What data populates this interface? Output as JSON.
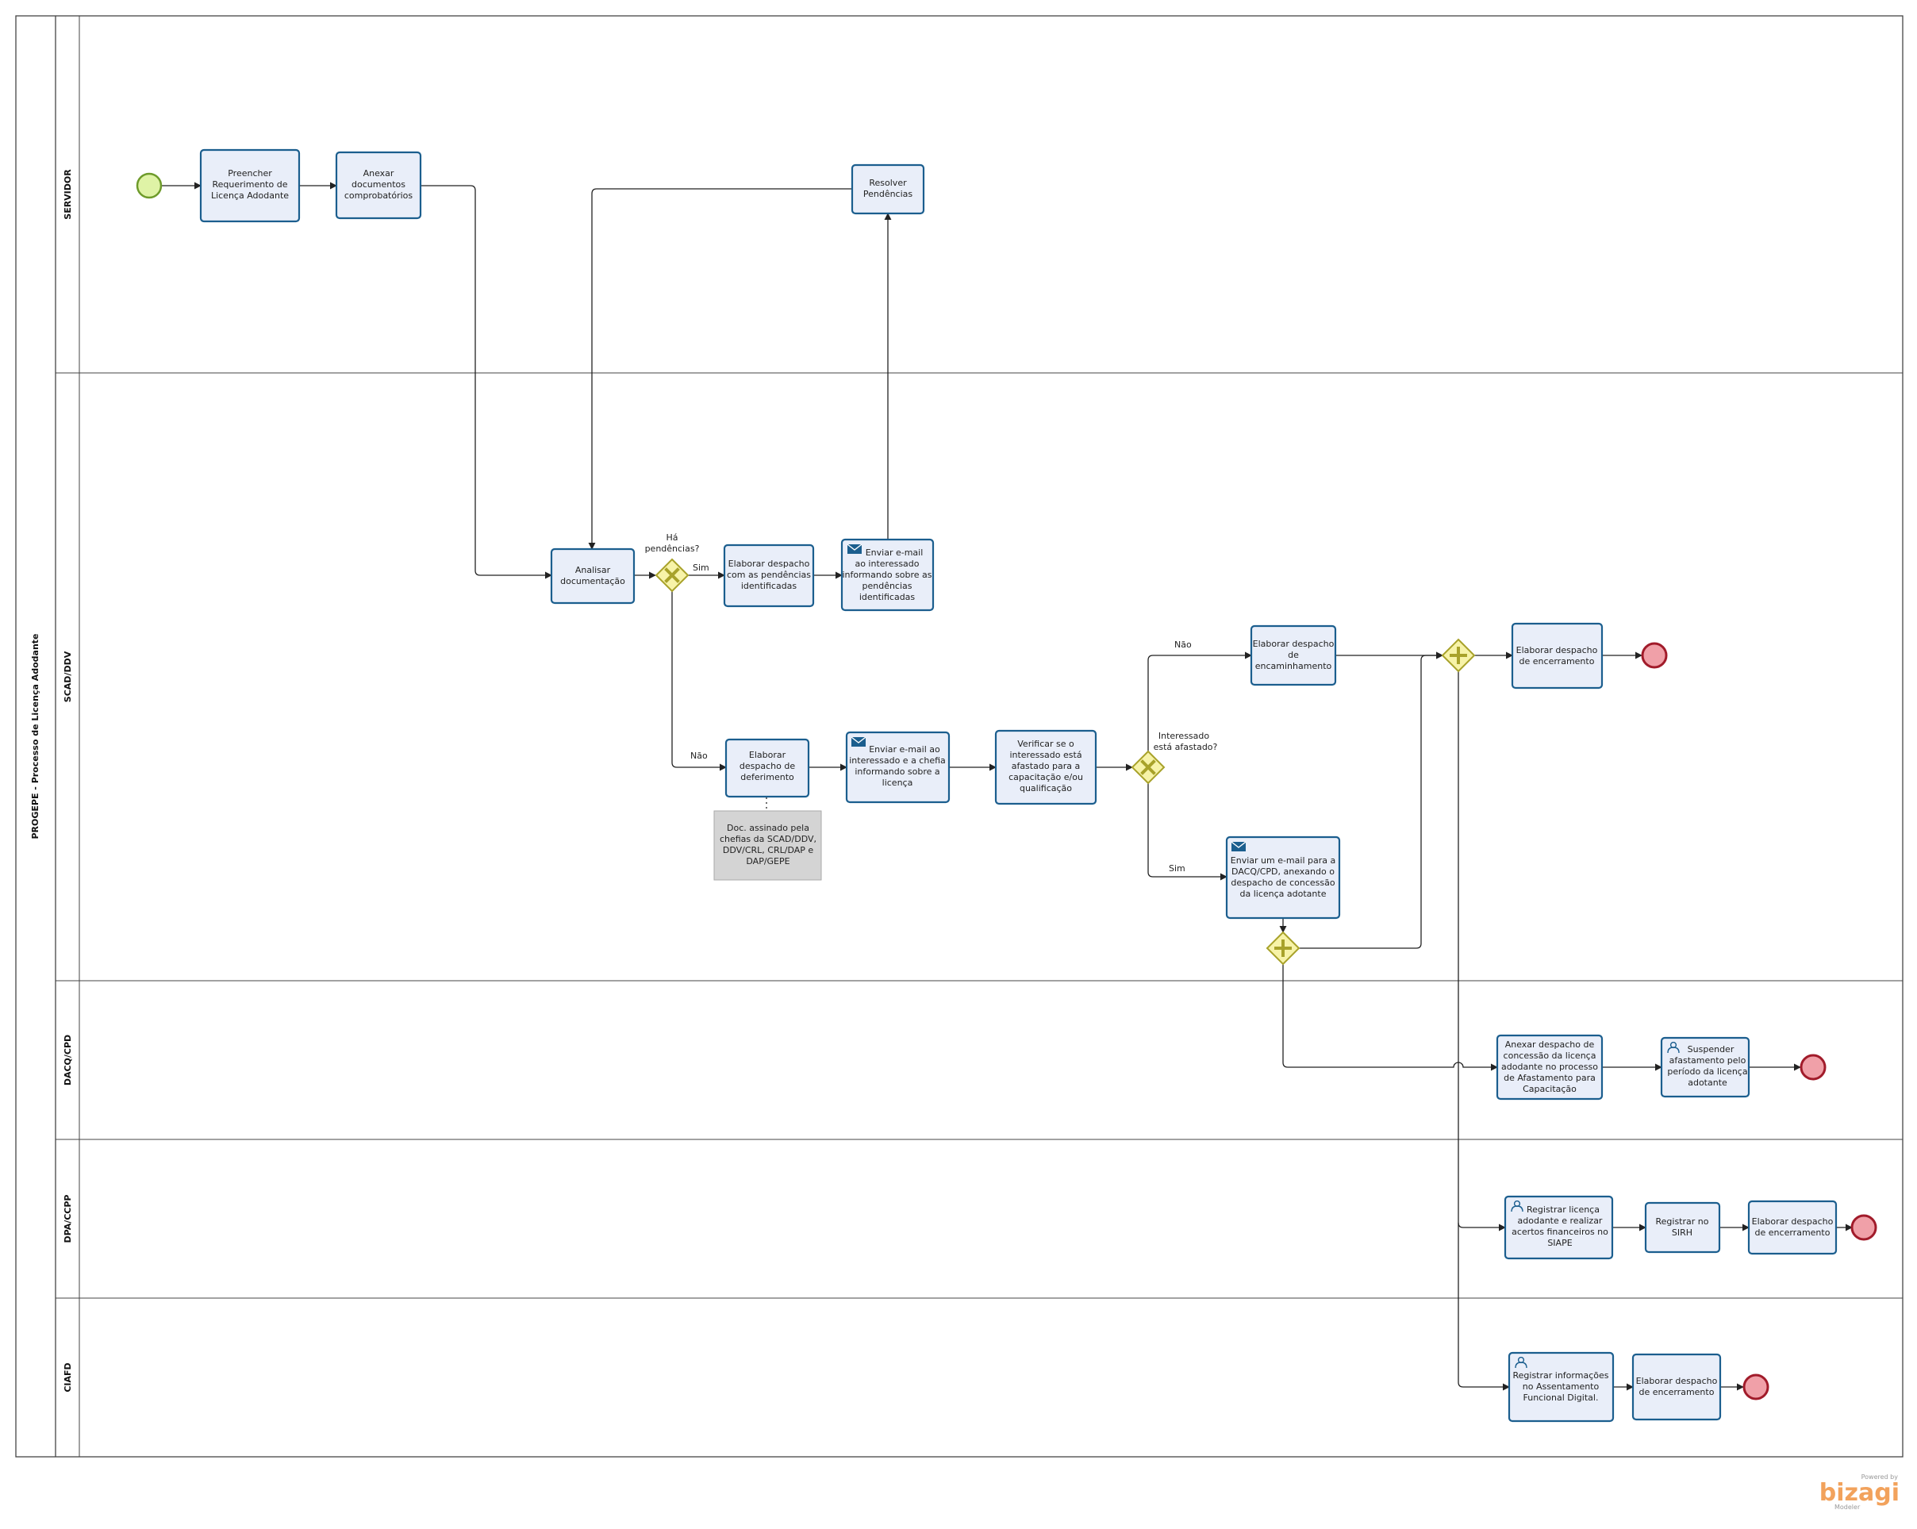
{
  "pool": {
    "label": "PROGEPE - Processo de Licença Adodante"
  },
  "lanes": [
    {
      "id": "servidor",
      "label": "SERVIDOR"
    },
    {
      "id": "scad",
      "label": "SCAD/DDV"
    },
    {
      "id": "dacq",
      "label": "DACQ/CPD"
    },
    {
      "id": "dpa",
      "label": "DPA/CCPP"
    },
    {
      "id": "ciafd",
      "label": "CIAFD"
    }
  ],
  "tasks": {
    "preencher": [
      "Preencher",
      "Requerimento de",
      "Licença Adodante"
    ],
    "anexar": [
      "Anexar",
      "documentos",
      "comprobatórios"
    ],
    "resolver": [
      "Resolver",
      "Pendências"
    ],
    "analisar": [
      "Analisar",
      "documentação"
    ],
    "elab_pend": [
      "Elaborar despacho",
      "com as pendências",
      "identificadas"
    ],
    "email_pend": [
      "Enviar e-mail",
      "ao interessado",
      "informando sobre as",
      "pendências",
      "identificadas"
    ],
    "elab_defer": [
      "Elaborar",
      "despacho de",
      "deferimento"
    ],
    "email_chefia": [
      "Enviar e-mail ao",
      "interessado e a chefia",
      "informando sobre a",
      "licença"
    ],
    "verificar": [
      "Verificar se o",
      "interessado está",
      "afastado para a",
      "capacitação e/ou",
      "qualificação"
    ],
    "elab_encam": [
      "Elaborar despacho",
      "de",
      "encaminhamento"
    ],
    "email_dacq": [
      "Enviar um e-mail para a",
      "DACQ/CPD, anexando o",
      "despacho de concessão",
      "da licença adotante"
    ],
    "elab_encerr1": [
      "Elaborar despacho",
      "de encerramento"
    ],
    "anexar_desp": [
      "Anexar despacho de",
      "concessão da licença",
      "adodante no processo",
      "de Afastamento para",
      "Capacitação"
    ],
    "suspender": [
      "Suspender",
      "afastamento pelo",
      "período da licença",
      "adotante"
    ],
    "registrar_lic": [
      "Registrar licença",
      "adodante e realizar",
      "acertos financeiros no",
      "SIAPE"
    ],
    "registrar_sirh": [
      "Registrar no",
      "SIRH"
    ],
    "elab_encerr2": [
      "Elaborar despacho",
      "de encerramento"
    ],
    "registrar_info": [
      "Registrar informações",
      "no Assentamento",
      "Funcional Digital."
    ],
    "elab_encerr3": [
      "Elaborar despacho",
      "de encerramento"
    ]
  },
  "gateways": {
    "pendencias": [
      "Há",
      "pendências?"
    ],
    "afastado": [
      "Interessado",
      "está afastado?"
    ]
  },
  "flow_labels": {
    "sim1": "Sim",
    "nao1": "Não",
    "nao2": "Não",
    "sim2": "Sim"
  },
  "annotation": [
    "Doc. assinado pela",
    "chefias da SCAD/DDV,",
    "DDV/CRL, CRL/DAP e",
    "DAP/GEPE"
  ],
  "logo": {
    "top": "Powered by",
    "brand": "bizagi",
    "sub": "Modeler"
  },
  "colors": {
    "task_fill": "#e9eef9",
    "task_stroke": "#1b5e8e",
    "gateway_fill": "#f7f3a8",
    "start_fill": "#dff3a6",
    "end_fill": "#f0a0a8",
    "logo": "#f2a25c"
  }
}
